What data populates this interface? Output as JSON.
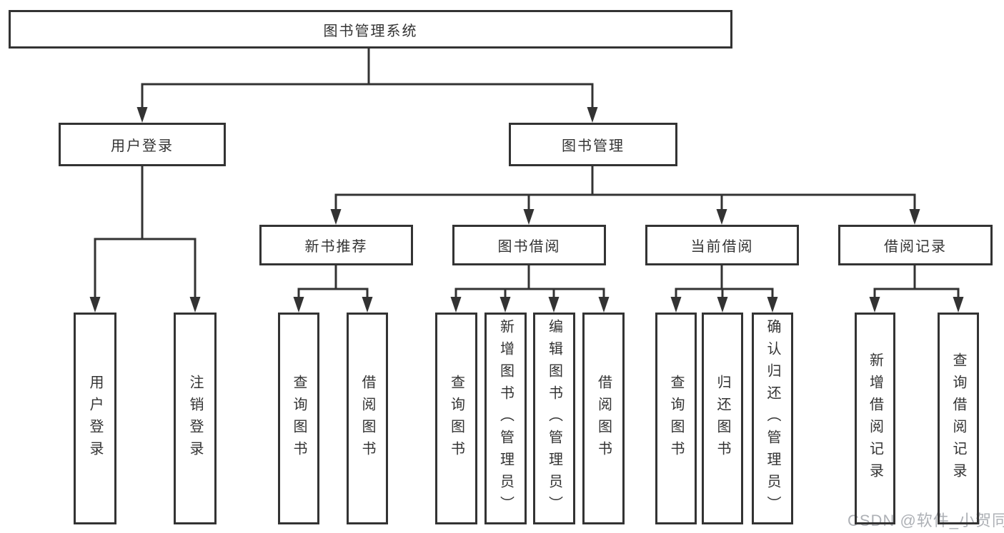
{
  "watermark": "CSDN @软件_小贺同学",
  "colors": {
    "line": "#333333",
    "text": "#333333",
    "watermark": "#aeb1b6",
    "background": "#ffffff"
  },
  "chart_type": "hierarchy-diagram",
  "nodes": {
    "root": "图书管理系统",
    "level2": [
      {
        "id": "user-login",
        "label": "用户登录"
      },
      {
        "id": "book-management",
        "label": "图书管理"
      }
    ],
    "level3": [
      {
        "id": "new-book-recommend",
        "parent": "图书管理",
        "label": "新书推荐"
      },
      {
        "id": "book-borrowing",
        "parent": "图书管理",
        "label": "图书借阅"
      },
      {
        "id": "current-borrowing",
        "parent": "图书管理",
        "label": "当前借阅"
      },
      {
        "id": "borrow-records",
        "parent": "图书管理",
        "label": "借阅记录"
      }
    ],
    "level4": [
      {
        "parent": "用户登录",
        "label": "用户登录"
      },
      {
        "parent": "用户登录",
        "label": "注销登录"
      },
      {
        "parent": "新书推荐",
        "label": "查询图书"
      },
      {
        "parent": "新书推荐",
        "label": "借阅图书"
      },
      {
        "parent": "图书借阅",
        "label": "查询图书"
      },
      {
        "parent": "图书借阅",
        "label": "新增图书（管理员）"
      },
      {
        "parent": "图书借阅",
        "label": "编辑图书（管理员）"
      },
      {
        "parent": "图书借阅",
        "label": "借阅图书"
      },
      {
        "parent": "当前借阅",
        "label": "查询图书"
      },
      {
        "parent": "当前借阅",
        "label": "归还图书"
      },
      {
        "parent": "当前借阅",
        "label": "确认归还（管理员）"
      },
      {
        "parent": "借阅记录",
        "label": "新增借阅记录"
      },
      {
        "parent": "借阅记录",
        "label": "查询借阅记录"
      }
    ]
  }
}
